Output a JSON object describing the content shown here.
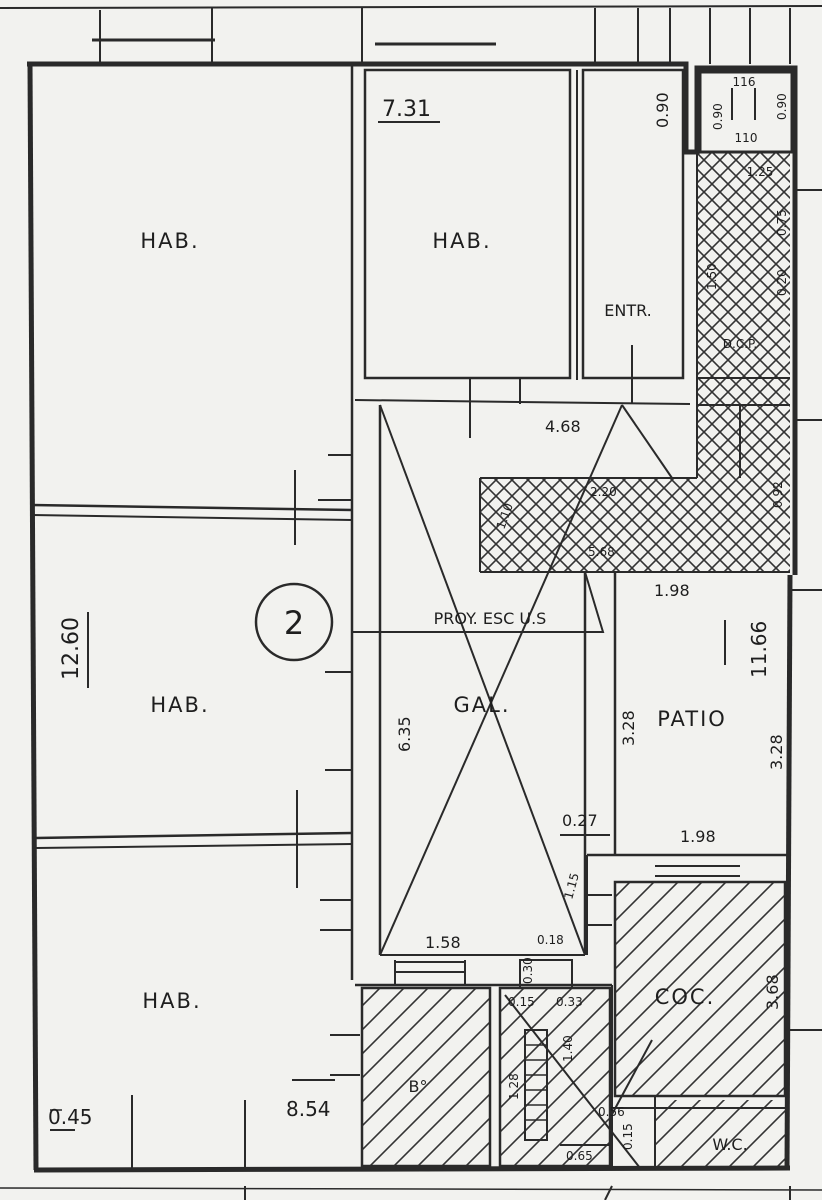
{
  "plan": {
    "rooms": {
      "hab_top_left": "HAB.",
      "hab_top_center": "HAB.",
      "entrance": "ENTR.",
      "hab_mid_left": "HAB.",
      "hab_bottom_left": "HAB.",
      "gallery": "GAL.",
      "patio": "PATIO",
      "bath": "B°",
      "kitchen": "COC.",
      "wc": "W.C.",
      "duct": "D.C.P.",
      "stair_projection": "PROY. ESC U.S"
    },
    "unit_number": "2",
    "dimensions": {
      "top_width": "7.31",
      "entr_width": "0.90",
      "shaft_top": "116",
      "shaft_bottom": "110",
      "shaft_left": "0.90",
      "shaft_right": "0.90",
      "duct_top": "1.25",
      "duct_side_a": "0.75",
      "duct_side_b": "0.20",
      "duct_side_c": "1.50",
      "corridor_width": "4.68",
      "hatch_len": "2.20",
      "hatch_side": "1.10",
      "hatch_mid": "5.68",
      "hatch_right": "0.92",
      "total_length": "12.60",
      "patio_width_top": "1.98",
      "patio_length": "11.66",
      "gallery_length": "6.35",
      "patio_left": "3.28",
      "patio_right": "3.28",
      "gal_small": "0.27",
      "patio_width_bottom": "1.98",
      "diag": "1.15",
      "gal_bottom": "1.58",
      "small_a": "0.18",
      "small_b": "0.30",
      "small_c": "0.33",
      "small_d": "0.15",
      "kitchen_length": "3.68",
      "stair_a": "1.40",
      "stair_b": "1.28",
      "stair_c": "0.56",
      "stair_d": "0.65",
      "stair_e": "0.15",
      "bottom_left": "0.45",
      "bottom_width": "8.54"
    }
  }
}
